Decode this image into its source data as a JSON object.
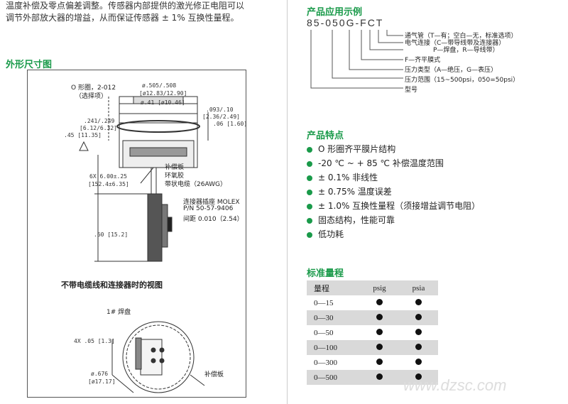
{
  "intro": {
    "line1": "温度补偿及零点偏差调整。传感器内部提供的激光修正电阻可以",
    "line2": "调节外部放大器的增益，从而保证传感器 ± 1% 互换性量程。"
  },
  "dimension_section": {
    "title": "外形尺寸图",
    "labels": {
      "oring": "O 形圈，2-012",
      "oring_opt": "（选择项）",
      "dia1_in": "ø.505/.508",
      "dia1_mm": "[ø12.83/12.90]",
      "dia2": "ø.41 [ø10.46]",
      "d093": ".093/.10",
      "d093_mm": "[2.36/2.49]",
      "d241": ".241/.249",
      "d241_mm": "[6.12/6.32]",
      "d45": ".45 [11.35]",
      "d06": ".06 [1.60]",
      "comp_board": "补偿板",
      "ring_glue": "环氧胶",
      "ribbon_cable": "带状电缆（26AWG）",
      "len_6x": "6X  6.00±.25",
      "len_6x_mm": "[152.4±6.35]",
      "connector_line1": "连接器插座 MOLEX",
      "connector_line2": "P/N 50-57-9406",
      "connector_line3": "间距 0.010（2.54）",
      "d60": ".60 [15.2]",
      "bottom_view_caption": "不带电缆线和连接器时的视图",
      "pad1": "1# 焊盘",
      "pitch": "4X .05 [1.3]",
      "dia_bottom": "ø.676",
      "dia_bottom_mm": "[ø17.17]",
      "comp_board2": "补偿板"
    }
  },
  "application": {
    "title": "产品应用示例",
    "code": "85-050G-FCT",
    "options": [
      "通气管（T—有；空白—无，标准选项）",
      "电气连接（C—带导线带及连接器）",
      "P—焊盘，R—导线带）",
      "F—齐平膜式",
      "压力类型（A—绝压，G—表压）",
      "压力范围（15~500psi，050=50psi）",
      "型号"
    ]
  },
  "features": {
    "title": "产品特点",
    "items": [
      "O 形圈齐平膜片结构",
      "-20 ℃ ~ + 85 ℃ 补偿温度范围",
      "± 0.1% 非线性",
      "± 0.75% 温度误差",
      "± 1.0% 互换性量程（须接增益调节电阻）",
      "固态结构，性能可靠",
      "低功耗"
    ]
  },
  "range_table": {
    "title": "标准量程",
    "headers": [
      "量程",
      "psig",
      "psia"
    ],
    "rows": [
      {
        "range": "0—15",
        "psig": true,
        "psia": true
      },
      {
        "range": "0—30",
        "psig": true,
        "psia": true
      },
      {
        "range": "0—50",
        "psig": true,
        "psia": true
      },
      {
        "range": "0—100",
        "psig": true,
        "psia": true
      },
      {
        "range": "0—300",
        "psig": true,
        "psia": true
      },
      {
        "range": "0—500",
        "psig": true,
        "psia": true
      }
    ]
  },
  "watermark": "www.dzsc.com",
  "colors": {
    "accent_green": "#1a9a4a",
    "table_shade": "#d9d9d9"
  }
}
